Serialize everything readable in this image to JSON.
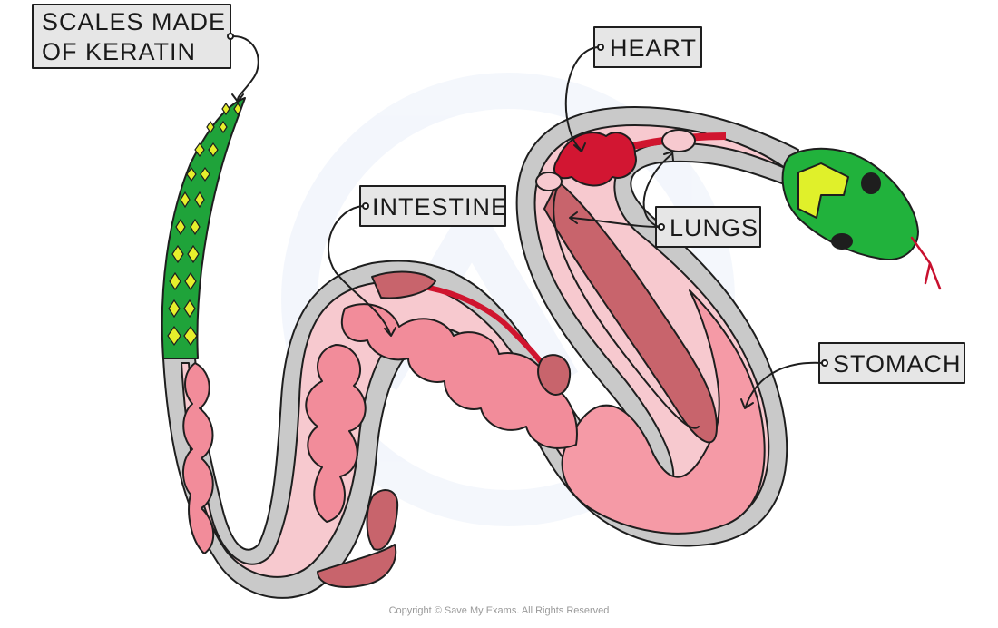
{
  "labels": {
    "scales_line1": "SCALES MADE",
    "scales_line2": "OF KERATIN",
    "heart": "HEART",
    "intestine": "INTESTINE",
    "lungs": "LUNGS",
    "stomach": "STOMACH"
  },
  "copyright": "Copyright © Save My Exams. All Rights Reserved",
  "colors": {
    "body_outline": "#c9c9c9",
    "flesh": "#f7c9cf",
    "stomach": "#f59aa6",
    "intestine": "#f28c9a",
    "artery": "#d0152f",
    "liver": "#c8646c",
    "heart": "#d21632",
    "scales_green": "#1fa33a",
    "scales_yellow": "#e6ef2c",
    "head_green": "#21b23c",
    "label_box": "#e6e6e6"
  }
}
